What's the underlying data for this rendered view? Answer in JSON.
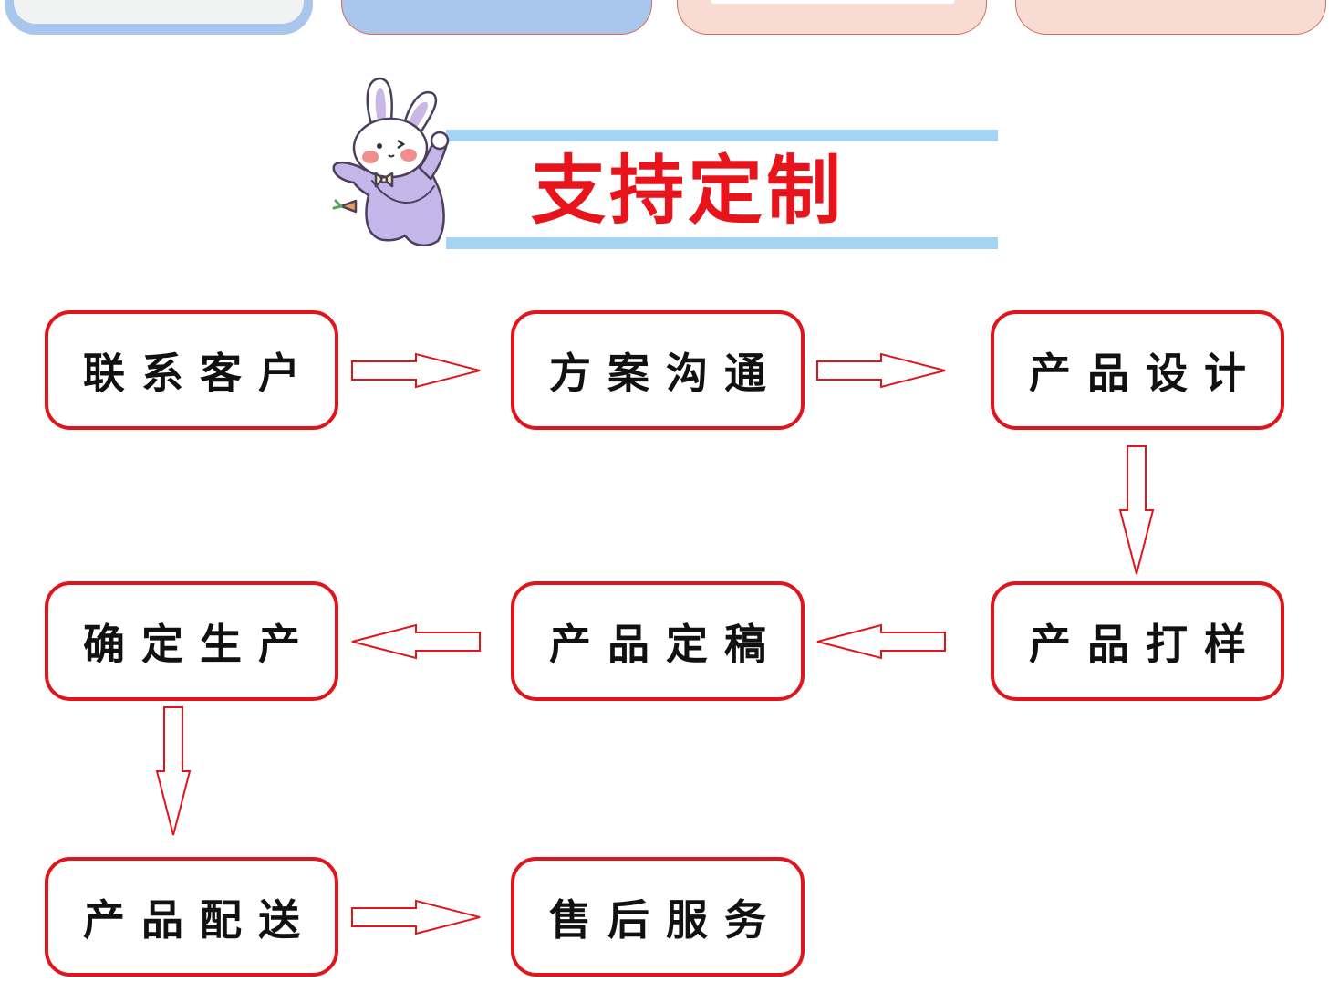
{
  "colors": {
    "accent_red": "#e0141b",
    "title_red": "#e8141c",
    "bar_blue": "#a3d4f3",
    "card_blue": "#a9c6ec",
    "card_pink": "#f8dbd2"
  },
  "header": {
    "title": "支持定制",
    "mascot_icon": "rabbit-icon"
  },
  "flow": {
    "steps": [
      {
        "label": "联系客户"
      },
      {
        "label": "方案沟通"
      },
      {
        "label": "产品设计"
      },
      {
        "label": "产品打样"
      },
      {
        "label": "产品定稿"
      },
      {
        "label": "确定生产"
      },
      {
        "label": "产品配送"
      },
      {
        "label": "售后服务"
      }
    ]
  }
}
